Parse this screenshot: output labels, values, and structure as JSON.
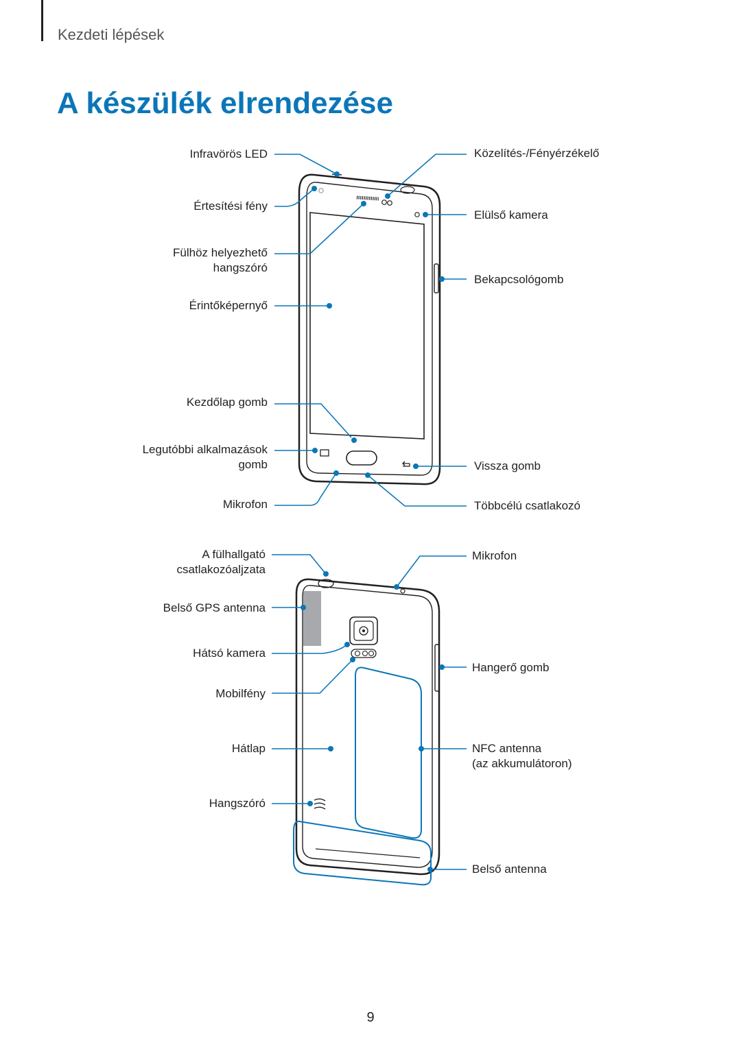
{
  "header": {
    "section": "Kezdeti lépések"
  },
  "title": "A készülék elrendezése",
  "accent_color": "#0b76b8",
  "front_view": {
    "labels_left": [
      {
        "id": "infrared-led",
        "lines": [
          "Infravörös LED"
        ]
      },
      {
        "id": "notification-light",
        "lines": [
          "Értesítési fény"
        ]
      },
      {
        "id": "earpiece",
        "lines": [
          "Fülhöz helyezhető",
          "hangszóró"
        ]
      },
      {
        "id": "touchscreen",
        "lines": [
          "Érintőképernyő"
        ]
      },
      {
        "id": "home-button",
        "lines": [
          "Kezdőlap gomb"
        ]
      },
      {
        "id": "recent-apps-button",
        "lines": [
          "Legutóbbi alkalmazások",
          "gomb"
        ]
      },
      {
        "id": "microphone",
        "lines": [
          "Mikrofon"
        ]
      }
    ],
    "labels_right": [
      {
        "id": "proximity-sensor",
        "lines": [
          "Közelítés-/Fényérzékelő"
        ]
      },
      {
        "id": "front-camera",
        "lines": [
          "Elülső kamera"
        ]
      },
      {
        "id": "power-button",
        "lines": [
          "Bekapcsológomb"
        ]
      },
      {
        "id": "back-button",
        "lines": [
          "Vissza gomb"
        ]
      },
      {
        "id": "multipurpose-jack",
        "lines": [
          "Többcélú csatlakozó"
        ]
      }
    ]
  },
  "back_view": {
    "labels_left": [
      {
        "id": "headset-jack",
        "lines": [
          "A fülhallgató",
          "csatlakozóaljzata"
        ]
      },
      {
        "id": "gps-antenna",
        "lines": [
          "Belső GPS antenna"
        ]
      },
      {
        "id": "rear-camera",
        "lines": [
          "Hátsó kamera"
        ]
      },
      {
        "id": "flash",
        "lines": [
          "Mobilfény"
        ]
      },
      {
        "id": "back-cover",
        "lines": [
          "Hátlap"
        ]
      },
      {
        "id": "speaker",
        "lines": [
          "Hangszóró"
        ]
      }
    ],
    "labels_right": [
      {
        "id": "microphone-top",
        "lines": [
          "Mikrofon"
        ]
      },
      {
        "id": "volume-button",
        "lines": [
          "Hangerő gomb"
        ]
      },
      {
        "id": "nfc-antenna",
        "lines": [
          "NFC antenna",
          "(az akkumulátoron)"
        ]
      },
      {
        "id": "main-antenna",
        "lines": [
          "Belső antenna"
        ]
      }
    ]
  },
  "page_number": "9"
}
